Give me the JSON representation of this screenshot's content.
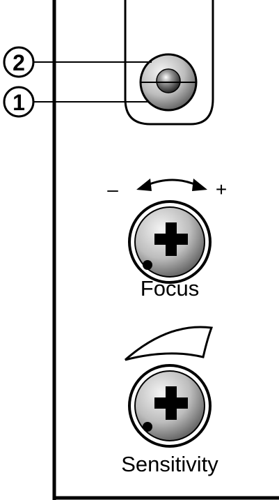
{
  "callouts": [
    {
      "number": "2"
    },
    {
      "number": "1"
    }
  ],
  "focus": {
    "label": "Focus",
    "minus_symbol": "–",
    "plus_symbol": "+",
    "knob_icon": "plus-screw-icon"
  },
  "sensitivity": {
    "label": "Sensitivity",
    "knob_icon": "plus-screw-icon"
  },
  "colors": {
    "outline": "#000000",
    "knob_light": "#f2f2f2",
    "knob_dark": "#5a5a5a"
  }
}
